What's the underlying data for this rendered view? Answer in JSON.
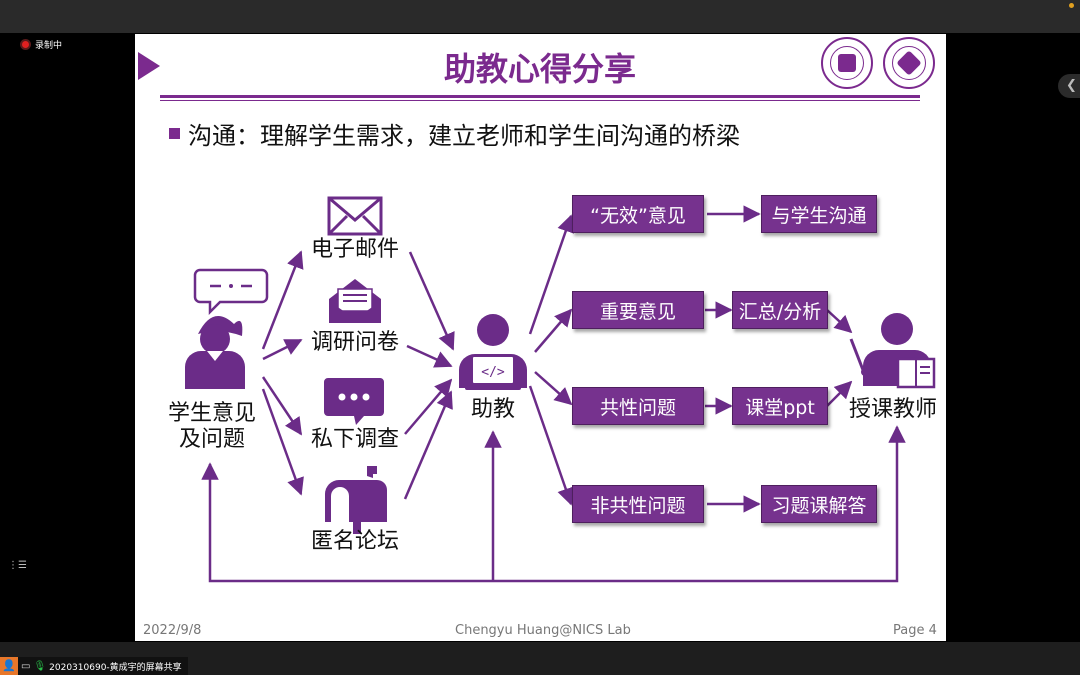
{
  "recording": {
    "label": "录制中"
  },
  "slide": {
    "title": "助教心得分享",
    "bullet": "沟通：理解学生需求，建立老师和学生间沟通的桥梁",
    "nodes": {
      "student": "学生意见及问题",
      "student_line1": "学生意见",
      "student_line2": "及问题",
      "email": "电子邮件",
      "survey": "调研问卷",
      "private": "私下调查",
      "forum": "匿名论坛",
      "ta": "助教",
      "teacher": "授课教师"
    },
    "boxes": {
      "invalid": "“无效”意见",
      "communicate": "与学生沟通",
      "important": "重要意见",
      "summary": "汇总/分析",
      "common": "共性问题",
      "class_ppt": "课堂ppt",
      "noncommon": "非共性问题",
      "exercise": "习题课解答"
    },
    "footer": {
      "date": "2022/9/8",
      "author": "Chengyu Huang@NICS Lab",
      "page": "Page 4"
    }
  },
  "share": {
    "label": "2020310690-黄成宇的屏幕共享"
  },
  "colors": {
    "accent": "#7b2a8e",
    "box": "#76328e",
    "icon": "#6b2c88"
  },
  "icons": [
    "envelope-icon",
    "open-envelope-icon",
    "chat-bubble-icon",
    "mailbox-icon",
    "student-icon",
    "ta-icon",
    "teacher-icon",
    "speech-bubble-icon"
  ]
}
